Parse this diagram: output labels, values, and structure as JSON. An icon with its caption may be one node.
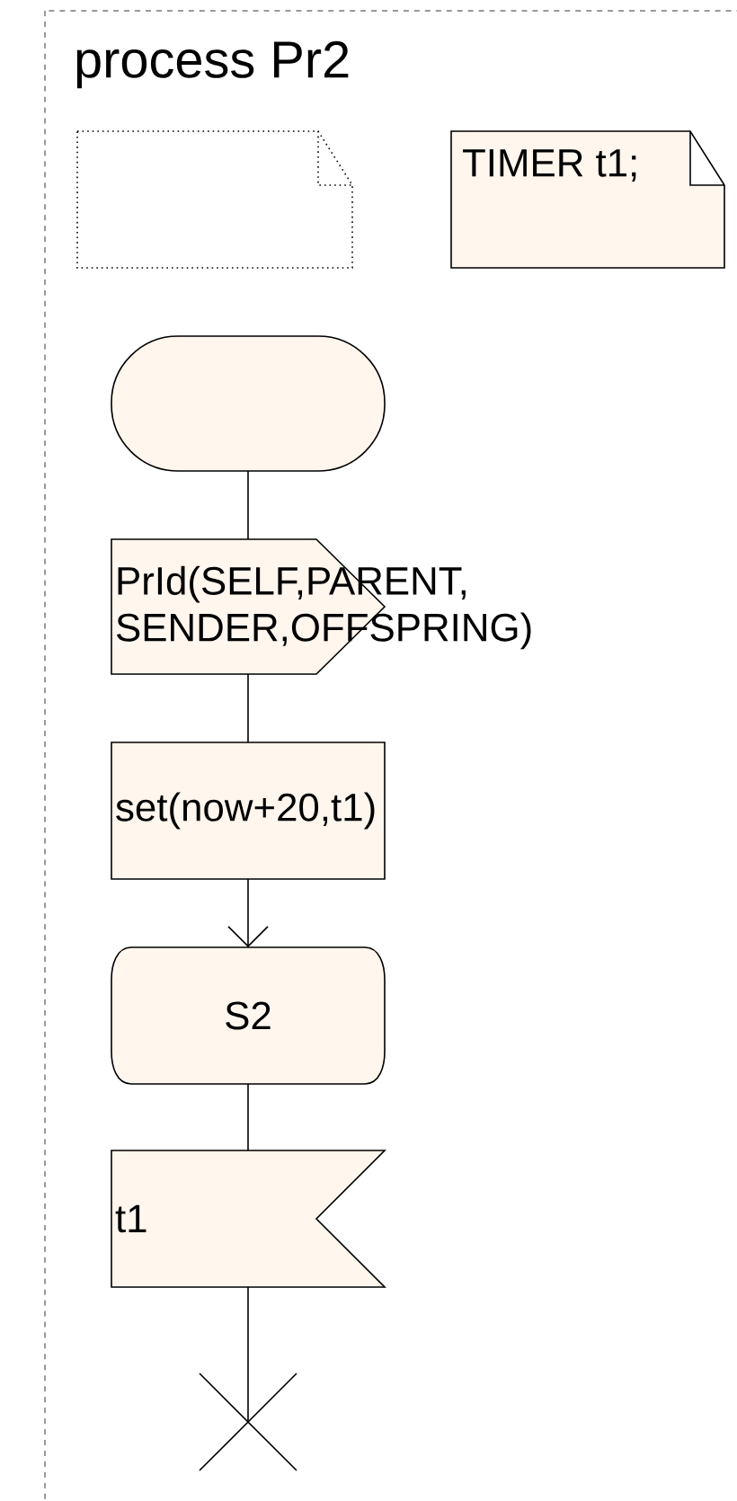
{
  "diagram": {
    "nodes": [
      {
        "text": [
          "process Pr2"
        ]
      },
      {
        "text": [],
        "shape": "note",
        "in": 0
      },
      {
        "text": [
          "TIMER t1;"
        ],
        "in": 0
      },
      {
        "text": [],
        "shape": "oval",
        "in": 0
      },
      {
        "text": [
          "PrId(SELF,PARENT, SENDER,OFFSPRING)"
        ],
        "in": 0
      },
      {
        "text": [
          "set(now+20,t1)"
        ],
        "in": 0
      },
      {
        "text": [
          "S2"
        ],
        "in": 0
      },
      {
        "text": [
          "t1"
        ],
        "in": 0
      },
      {
        "text": [],
        "shape": "cross",
        "in": 0
      }
    ],
    "edges": [
      {
        "from": 3,
        "to": 4,
        "arrow": "none"
      },
      {
        "from": 4,
        "to": 5,
        "arrow": "none"
      },
      {
        "from": 5,
        "to": 6,
        "arrow": "to"
      },
      {
        "from": 6,
        "to": 7,
        "arrow": "none"
      },
      {
        "from": 7,
        "to": 8,
        "arrow": "none"
      }
    ]
  }
}
